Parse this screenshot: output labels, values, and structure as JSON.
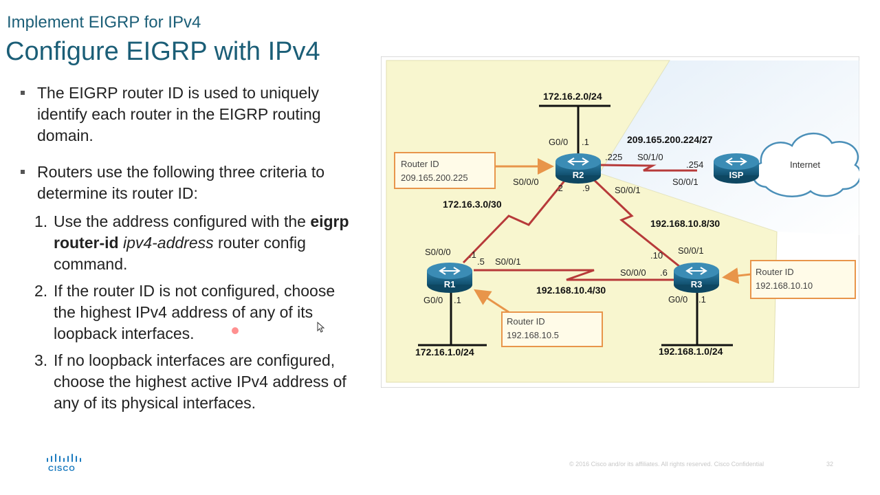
{
  "header": {
    "subtitle": "Implement EIGRP for IPv4",
    "title": "Configure EIGRP with IPv4"
  },
  "bullets": [
    "The EIGRP router ID is used to uniquely identify each router in the EIGRP routing domain.",
    "Routers use the following three criteria to determine its router ID:"
  ],
  "criteria": [
    {
      "num": "1.",
      "pre": "Use the address configured with the ",
      "bold": "eigrp router-id",
      "italic": " ipv4-address",
      "post": " router config command."
    },
    {
      "num": "2.",
      "text": "If the router ID is not configured, choose the highest IPv4 address of any of its loopback interfaces."
    },
    {
      "num": "3.",
      "text": "If no loopback interfaces are configured, choose the highest active IPv4 address of any of its physical interfaces."
    }
  ],
  "topology": {
    "routers": {
      "r1": "R1",
      "r2": "R2",
      "r3": "R3",
      "isp": "ISP"
    },
    "cloud": "Internet",
    "networks": {
      "lan_r2": "172.16.2.0/24",
      "wan_isp": "209.165.200.224/27",
      "r1_r2": "172.16.3.0/30",
      "r2_r3": "192.168.10.8/30",
      "r1_r3": "192.168.10.4/30",
      "lan_r1": "172.16.1.0/24",
      "lan_r3": "192.168.1.0/24"
    },
    "interfaces": {
      "r2_g00": "G0/0",
      "r2_g00_host": ".1",
      "r2_s010": "S0/1/0",
      "r2_s010_host": ".225",
      "isp_host": ".254",
      "isp_s001": "S0/0/1",
      "r2_s000": "S0/0/0",
      "r2_s000_host": ".2",
      "r2_s001_host": ".9",
      "r2_s001": "S0/0/1",
      "r1_s000": "S0/0/0",
      "r1_s000_host": ".1",
      "r1_s001_host": ".5",
      "r1_s001": "S0/0/1",
      "r1_g00": "G0/0",
      "r1_g00_host": ".1",
      "r3_s001": "S0/0/1",
      "r3_s001_host": ".10",
      "r3_s000": "S0/0/0",
      "r3_s000_host": ".6",
      "r3_g00": "G0/0",
      "r3_g00_host": ".1"
    },
    "callouts": {
      "r2": {
        "label": "Router ID",
        "value": "209.165.200.225"
      },
      "r1": {
        "label": "Router ID",
        "value": "192.168.10.5"
      },
      "r3": {
        "label": "Router ID",
        "value": "192.168.10.10"
      }
    }
  },
  "logo": "CISCO",
  "footer": {
    "copyright": "© 2016  Cisco and/or its affiliates.  All rights reserved.   Cisco Confidential",
    "page": "32"
  },
  "colors": {
    "title": "#1b5e77",
    "link": "#b73a3a",
    "callout": "#e8954a",
    "panel": "#f8f6cf"
  }
}
